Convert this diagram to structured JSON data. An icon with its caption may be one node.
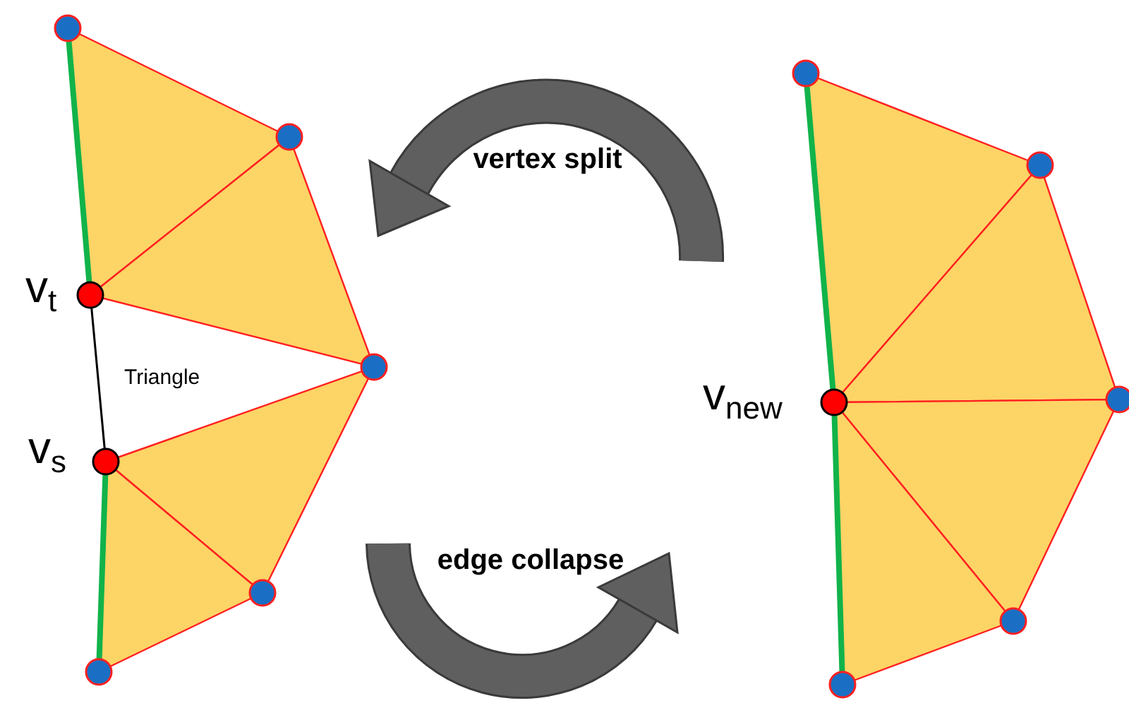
{
  "diagram": {
    "labels": [
      "v$_{t}$",
      "Triangle",
      "v$_{s}$",
      "vertex split",
      "edge collapse",
      "v$_{new}$"
    ]
  }
}
